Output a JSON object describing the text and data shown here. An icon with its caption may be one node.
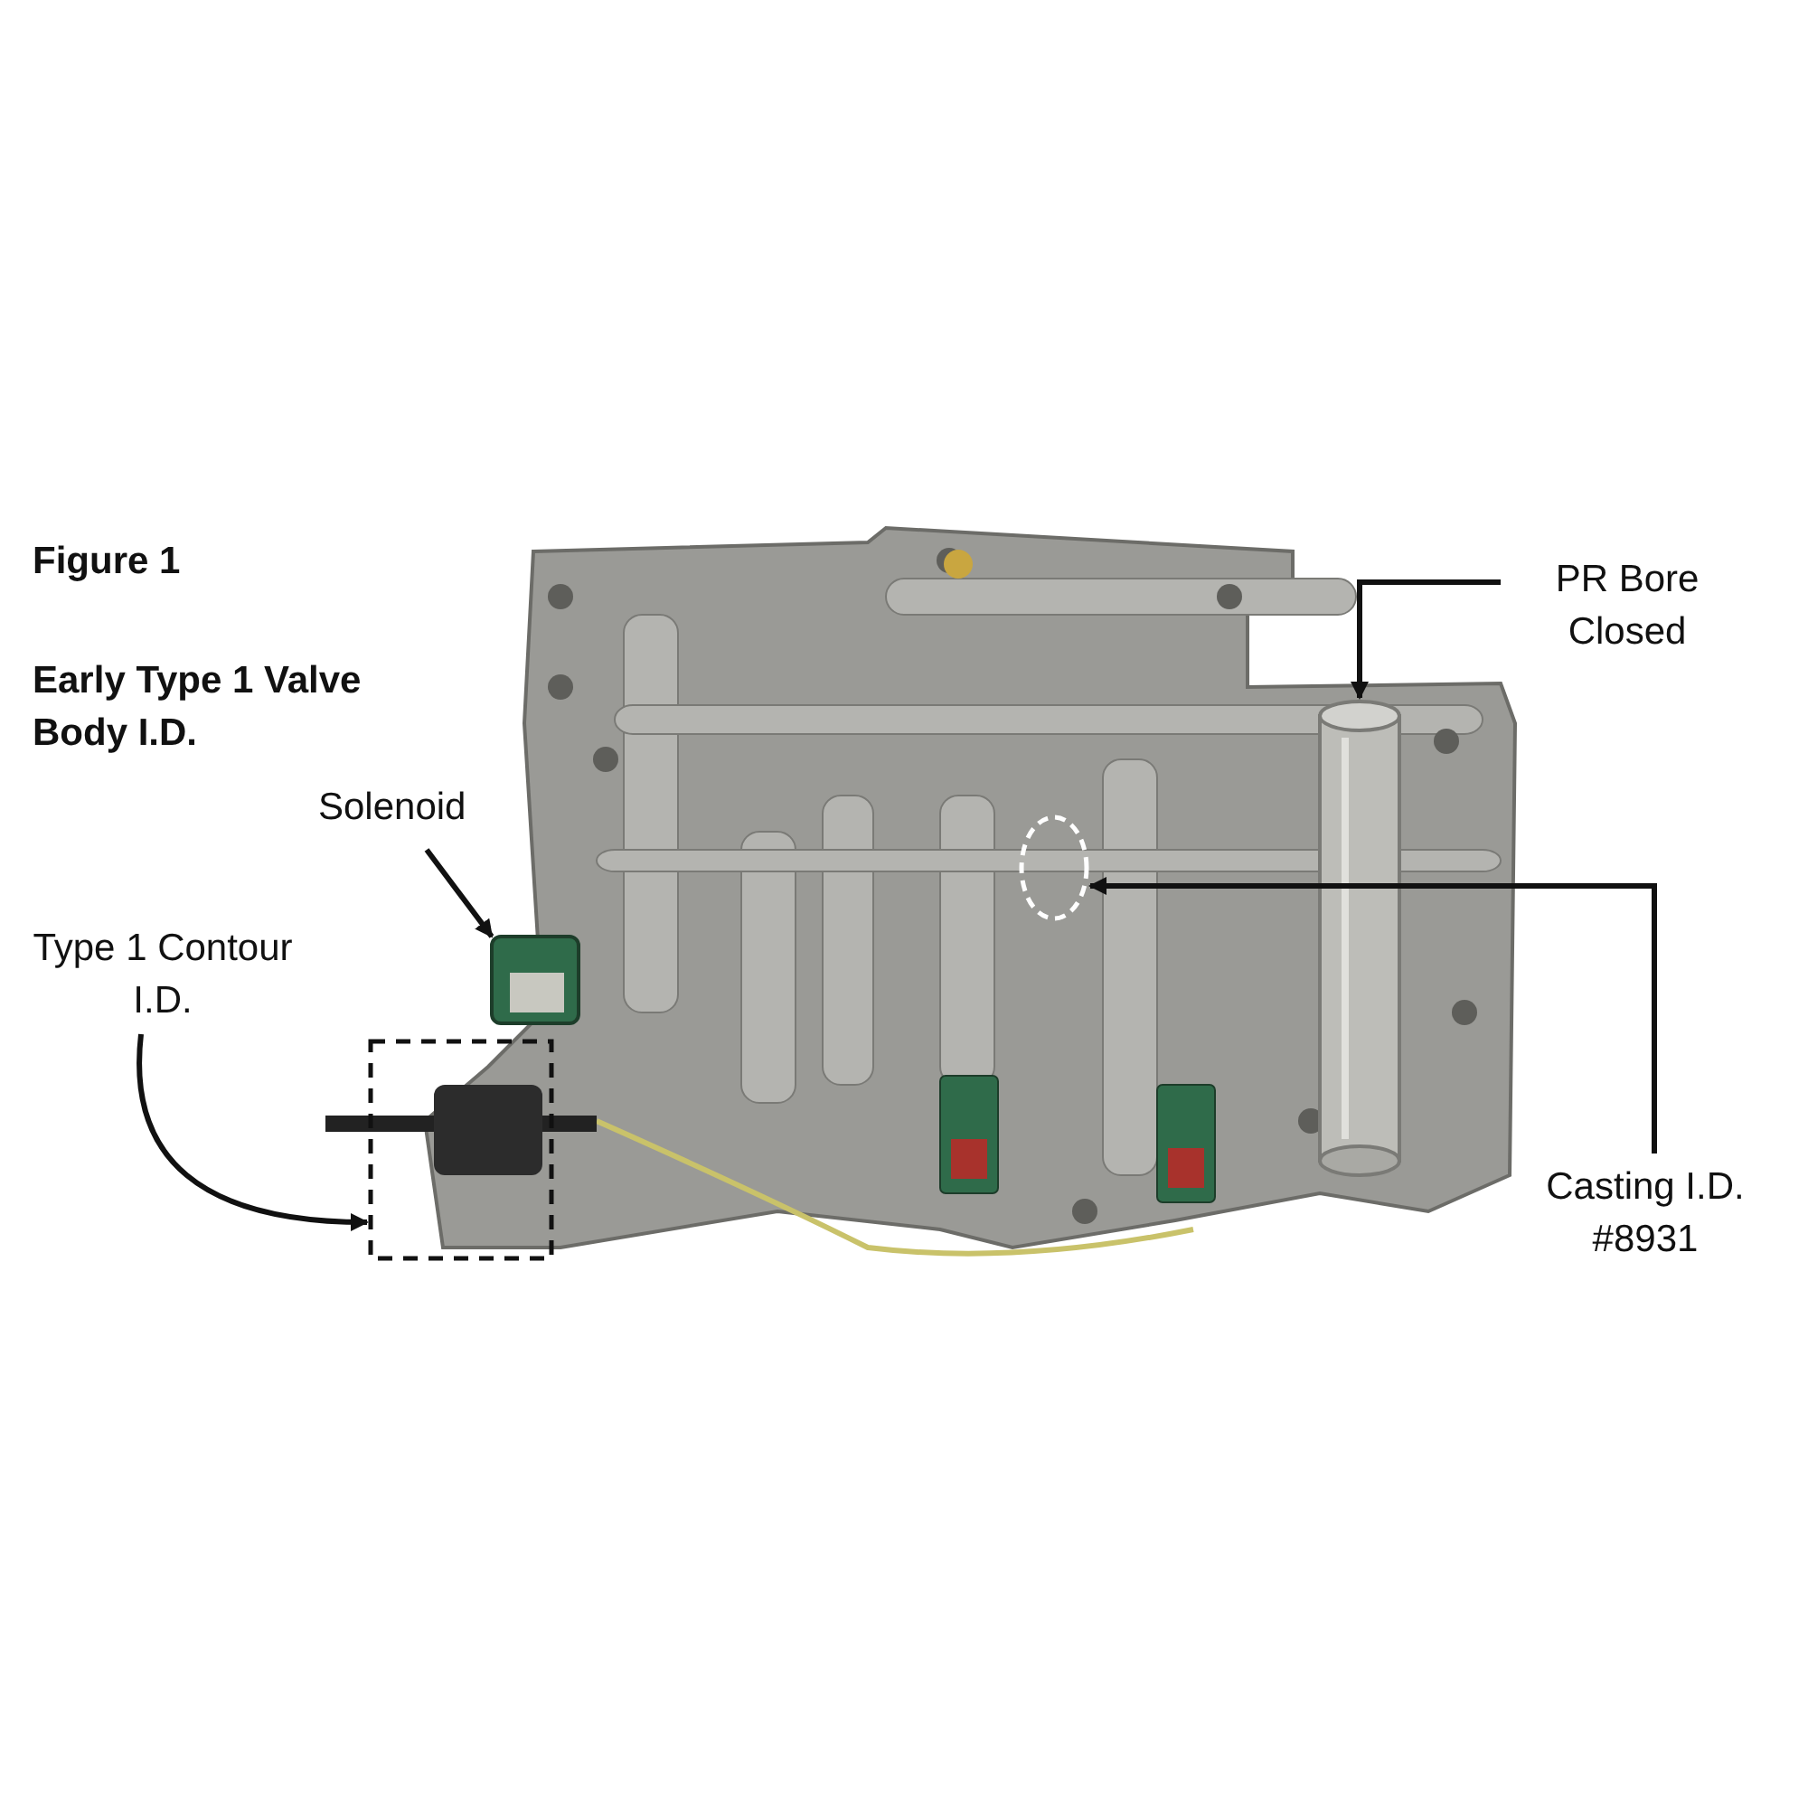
{
  "diagram": {
    "title": "Figure 1",
    "nodes": [
      {
        "text": [
          "Solenoid"
        ]
      },
      {
        "text": [],
        "shape": "picture"
      },
      {
        "text": [
          "Type 1 Contour I.D."
        ]
      },
      {
        "text": [],
        "shape": "box"
      },
      {
        "text": [
          "PR Bore Closed"
        ]
      },
      {
        "text": [],
        "shape": "cylinder"
      },
      {
        "text": [
          "Casting I.D. #8931"
        ]
      },
      {
        "text": [],
        "shape": "ellipse"
      }
    ],
    "edges": [
      {
        "from": 0,
        "to": 1,
        "arrow": "to"
      },
      {
        "from": 2,
        "to": 3,
        "arrow": "to"
      },
      {
        "from": 4,
        "to": 5,
        "arrow": "to"
      },
      {
        "from": 6,
        "to": 7,
        "arrow": "to"
      }
    ],
    "labels": [
      "Early Type 1 Valve Body I.D."
    ]
  }
}
